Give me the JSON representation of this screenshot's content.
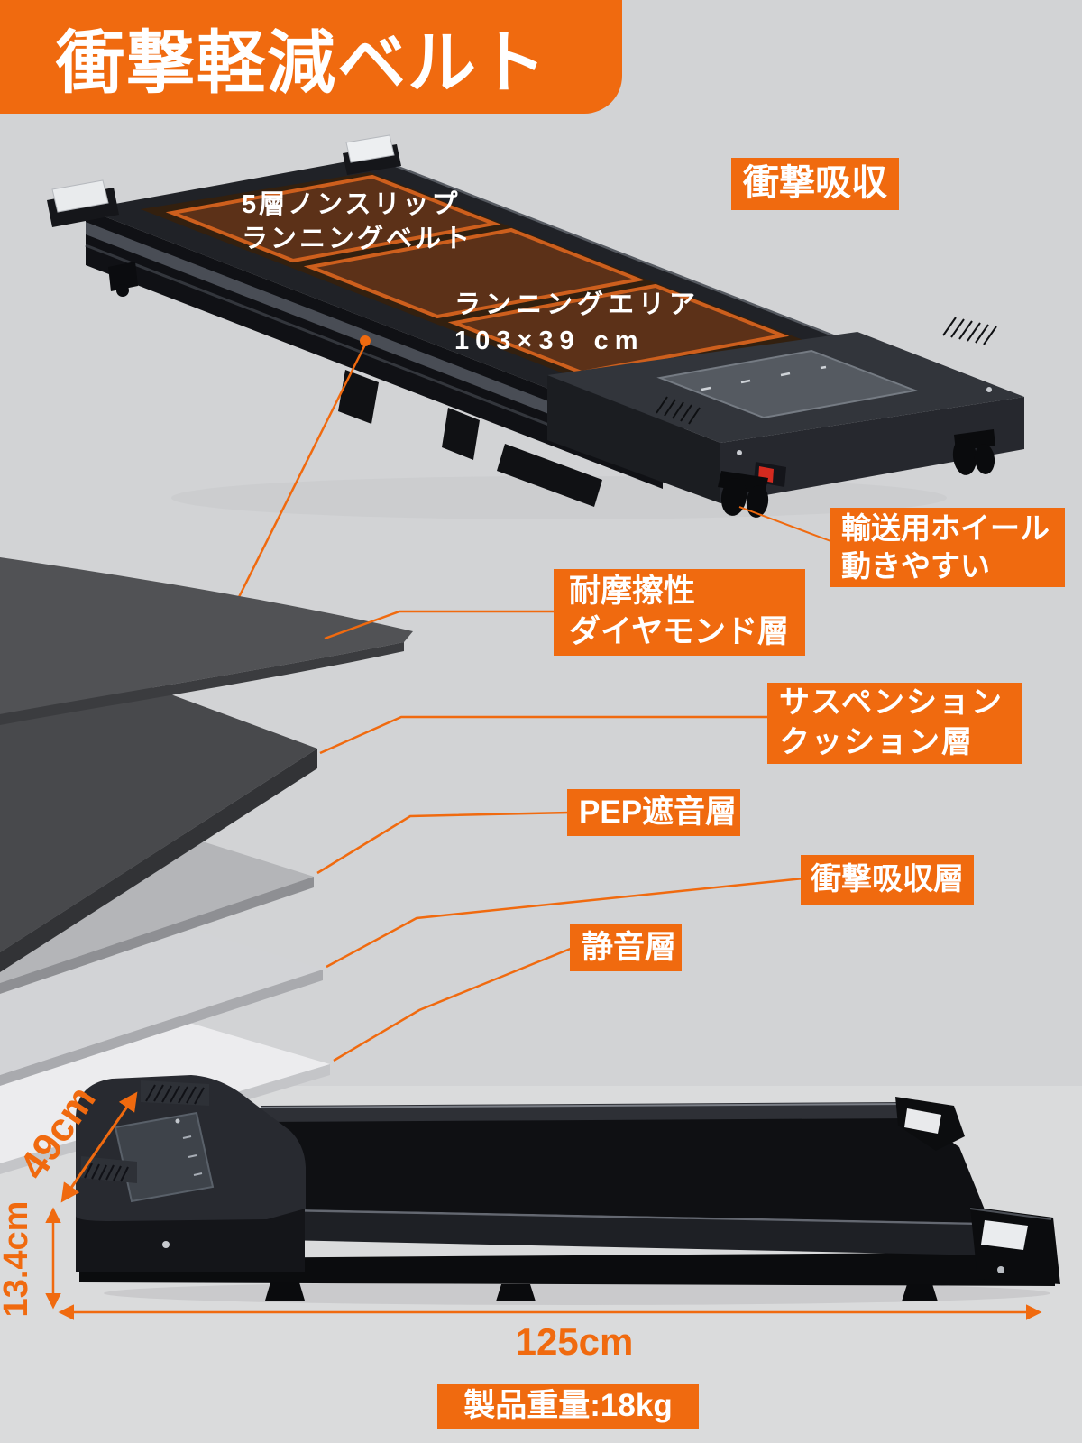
{
  "colors": {
    "accent": "#F06A0F",
    "background": "#D2D3D5",
    "text_on_accent": "#FFFFFF"
  },
  "banner": {
    "title": "衝撃軽減ベルト"
  },
  "top_view": {
    "shock_badge": "衝撃吸収",
    "belt_label": {
      "line1": "5層ノンスリップ",
      "line2": "ランニングベルト"
    },
    "area_label": {
      "line1": "ランニングエリア",
      "line2": "103×39 cm"
    },
    "wheel_label": {
      "line1": "輸送用ホイール",
      "line2": "動きやすい"
    }
  },
  "layers": [
    {
      "line1": "耐摩擦性",
      "line2": "ダイヤモンド層"
    },
    {
      "line1": "サスペンション",
      "line2": "クッション層"
    },
    {
      "line1": "PEP遮音層",
      "line2": ""
    },
    {
      "line1": "衝撃吸収層",
      "line2": ""
    },
    {
      "line1": "静音層",
      "line2": ""
    }
  ],
  "dimensions": {
    "width": "49cm",
    "height": "13.4cm",
    "length": "125cm",
    "weight": "製品重量:18kg"
  }
}
